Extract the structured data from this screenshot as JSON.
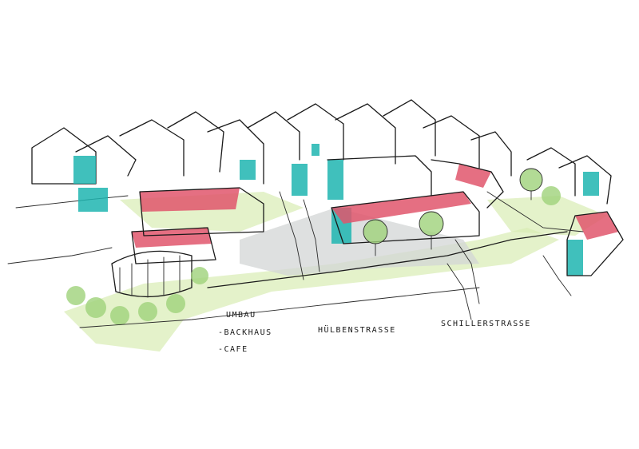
{
  "annotations": {
    "umbau": "UMBAU",
    "backhaus": "-BACKHAUS",
    "cafe": "-CAFE",
    "street_1": "HÜLBENSTRASSE",
    "street_2": "SCHILLERSTRASSE"
  },
  "colors": {
    "ink": "#1a1a1a",
    "teal_facade": "#1fb5b0",
    "red_roof": "#e0566c",
    "green_wash": "#d8ecb4",
    "grey_wash": "#d3d6d6",
    "tree_green": "#9fd27a"
  }
}
